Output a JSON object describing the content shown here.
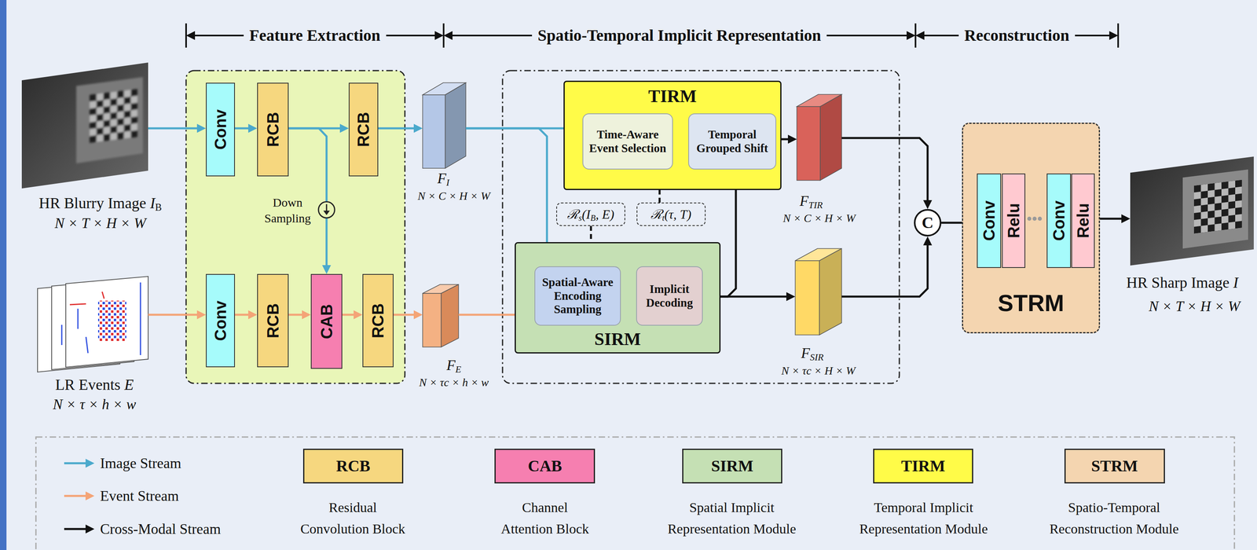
{
  "diagram": {
    "nodes": [
      {
        "text": [
          "HR Blurry Image IB",
          "N × T × H × W"
        ]
      },
      {
        "text": [
          "LR Events E",
          "N × τ × h × w"
        ]
      },
      {
        "text": [
          "Conv"
        ]
      },
      {
        "text": [
          "RCB"
        ]
      },
      {
        "text": [
          "RCB"
        ]
      },
      {
        "text": [
          "Conv"
        ]
      },
      {
        "text": [
          "RCB"
        ]
      },
      {
        "text": [
          "CAB"
        ]
      },
      {
        "text": [
          "RCB"
        ]
      },
      {
        "text": [
          "FI",
          "N × C × H × W"
        ]
      },
      {
        "text": [
          "FE",
          "N × τc × h × w"
        ]
      },
      {
        "text": [
          "TIRM"
        ]
      },
      {
        "text": [
          "Time-Aware Event Selection"
        ],
        "in": 11
      },
      {
        "text": [
          "Temporal Grouped Shift"
        ],
        "in": 11
      },
      {
        "text": [
          "SIRM"
        ]
      },
      {
        "text": [
          "Spatial-Aware Encoding Sampling"
        ],
        "in": 14
      },
      {
        "text": [
          "Implicit Decoding"
        ],
        "in": 14
      },
      {
        "text": [
          "ℛs(IB, E)"
        ]
      },
      {
        "text": [
          "ℛt(τ, T)"
        ]
      },
      {
        "text": [
          "FTIR",
          "N × C × H × W"
        ]
      },
      {
        "text": [
          "FSIR",
          "N × τc × H × W"
        ]
      },
      {
        "text": [
          "C"
        ]
      },
      {
        "text": [
          "STRM"
        ]
      },
      {
        "text": [
          "Conv"
        ],
        "in": 22
      },
      {
        "text": [
          "Relu"
        ],
        "in": 22
      },
      {
        "text": [
          "Conv"
        ],
        "in": 22
      },
      {
        "text": [
          "Relu"
        ],
        "in": 22
      },
      {
        "text": [
          "HR Sharp Image I",
          "N × T × H × W"
        ]
      }
    ],
    "edges": [
      {
        "from": 0,
        "to": 2,
        "arrow": "to"
      },
      {
        "from": 2,
        "to": 3,
        "arrow": "to"
      },
      {
        "from": 3,
        "to": 4,
        "arrow": "to"
      },
      {
        "from": 3,
        "to": 7,
        "arrow": "to"
      },
      {
        "from": 4,
        "to": 9,
        "arrow": "to"
      },
      {
        "from": 1,
        "to": 5,
        "arrow": "to"
      },
      {
        "from": 5,
        "to": 6,
        "arrow": "to"
      },
      {
        "from": 6,
        "to": 7,
        "arrow": "to"
      },
      {
        "from": 7,
        "to": 8,
        "arrow": "to"
      },
      {
        "from": 8,
        "to": 10,
        "arrow": "to"
      },
      {
        "from": 9,
        "to": 12,
        "arrow": "to"
      },
      {
        "from": 9,
        "to": 15,
        "arrow": "to"
      },
      {
        "from": 10,
        "to": 15,
        "arrow": "to"
      },
      {
        "from": 12,
        "to": 13,
        "arrow": "none"
      },
      {
        "from": 18,
        "to": 12,
        "arrow": "to"
      },
      {
        "from": 13,
        "to": 19,
        "arrow": "to"
      },
      {
        "from": 15,
        "to": 16,
        "arrow": "none"
      },
      {
        "from": 17,
        "to": 15,
        "arrow": "to"
      },
      {
        "from": 16,
        "to": 13,
        "arrow": "to"
      },
      {
        "from": 16,
        "to": 20,
        "arrow": "to"
      },
      {
        "from": 19,
        "to": 21,
        "arrow": "to"
      },
      {
        "from": 20,
        "to": 21,
        "arrow": "to"
      },
      {
        "from": 21,
        "to": 23,
        "arrow": "to"
      },
      {
        "from": 26,
        "to": 27,
        "arrow": "to"
      }
    ],
    "labels": [
      "Feature Extraction",
      "Spatio-Temporal Implicit Representation",
      "Reconstruction",
      "Down Sampling",
      "RCB",
      "CAB",
      "SIRM",
      "TIRM",
      "STRM"
    ],
    "legend": [
      {
        "text": "Image Stream"
      },
      {
        "text": "Event Stream"
      },
      {
        "text": "Cross-Modal Stream"
      },
      {
        "text": "Residual Convolution Block",
        "color": "#f6d77f"
      },
      {
        "text": "Channel Attention Block",
        "color": "#f67fb0"
      },
      {
        "text": "Spatial Implicit Representation Module",
        "color": "#c5e0b4"
      },
      {
        "text": "Temporal Implicit Representation Module",
        "color": "#fffb48"
      },
      {
        "text": "Spatio-Temporal Reconstruction Module",
        "color": "#f4d5b0"
      }
    ]
  }
}
